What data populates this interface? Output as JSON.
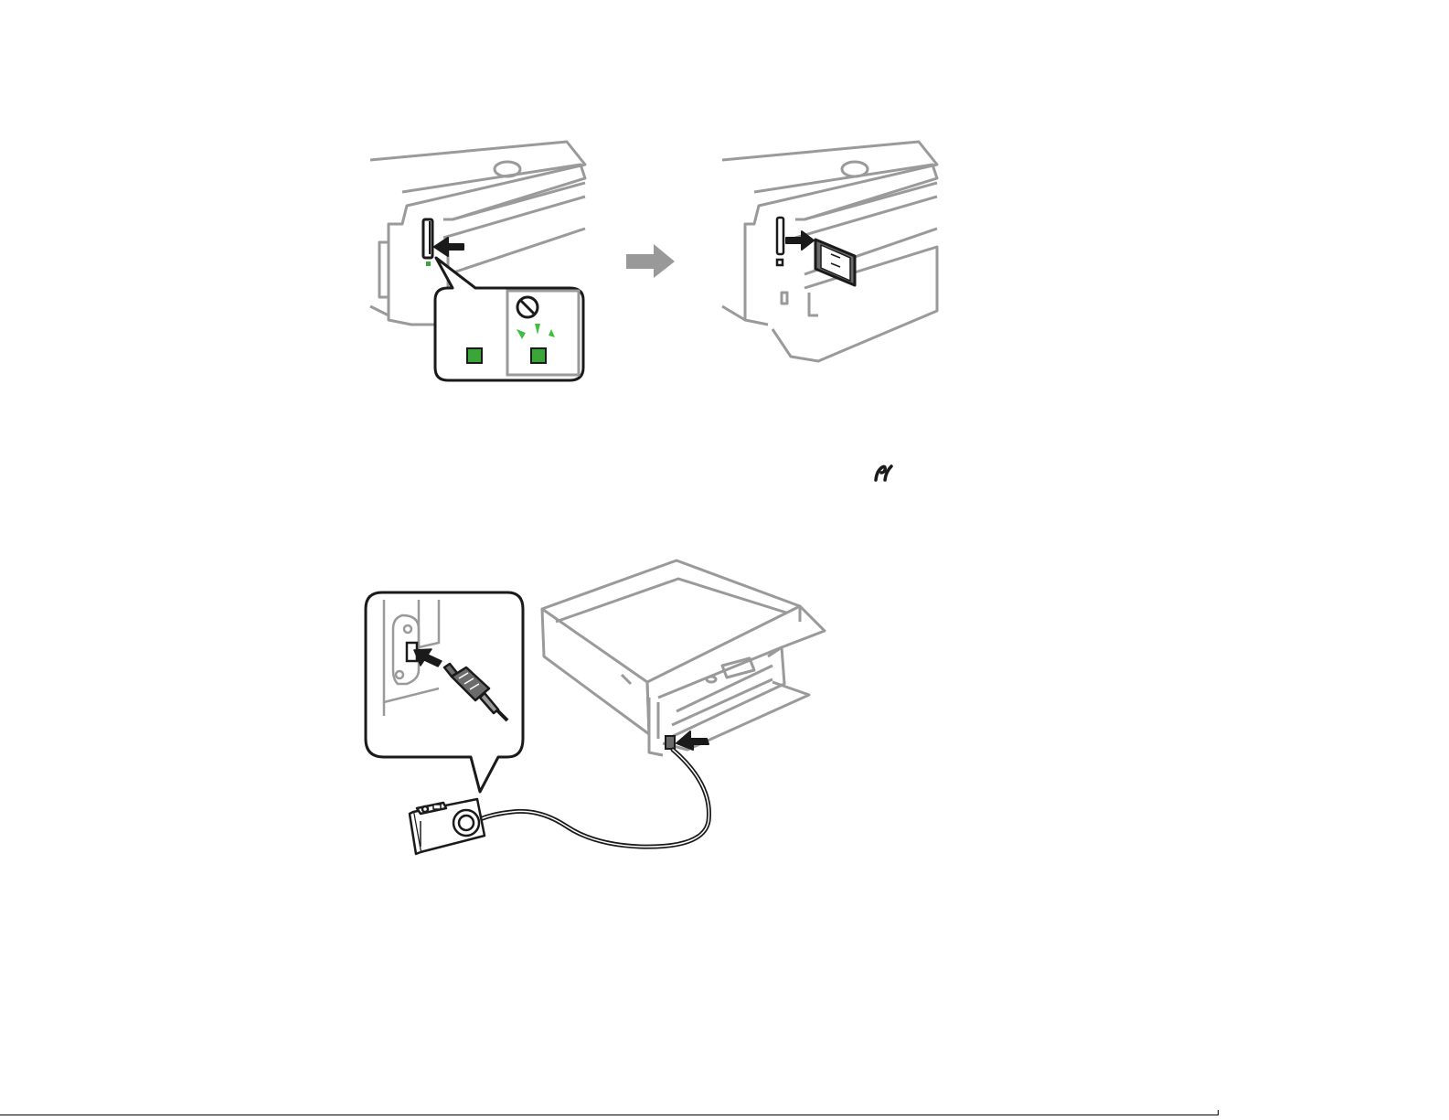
{
  "figures": {
    "card_removal": {
      "steps": [
        "memory-card-slot-with-light",
        "card-ejected"
      ],
      "indicator_color": "#3aa63a",
      "flash_color": "#3fbf3f",
      "arrow_color": "#999999"
    },
    "camera_connection": {
      "cable": "usb",
      "device": "digital-camera"
    }
  },
  "colors": {
    "line": "#9a9a9a",
    "ink": "#1a1a1a",
    "plug": "#6b6b6b"
  }
}
